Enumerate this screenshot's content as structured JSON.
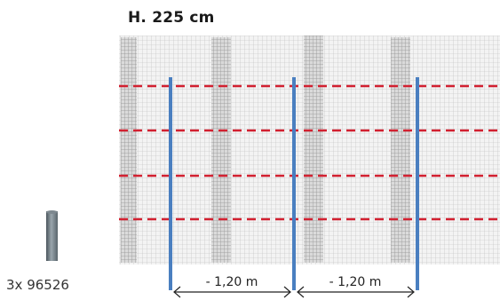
{
  "title": "H. 225 cm",
  "post_label": "3x  96526",
  "dimensions": [
    {
      "label": "- 1,20 m"
    },
    {
      "label": "- 1,20 m"
    }
  ],
  "colors": {
    "post": "#4a7fc0",
    "wire": "#d22030",
    "mesh": "#c2c2c2",
    "mesh_dark": "#8a8a8a",
    "dimension": "#222222",
    "standalone_post": "#6d7880"
  },
  "counts": {
    "posts": 3,
    "tension_wires": 4
  }
}
